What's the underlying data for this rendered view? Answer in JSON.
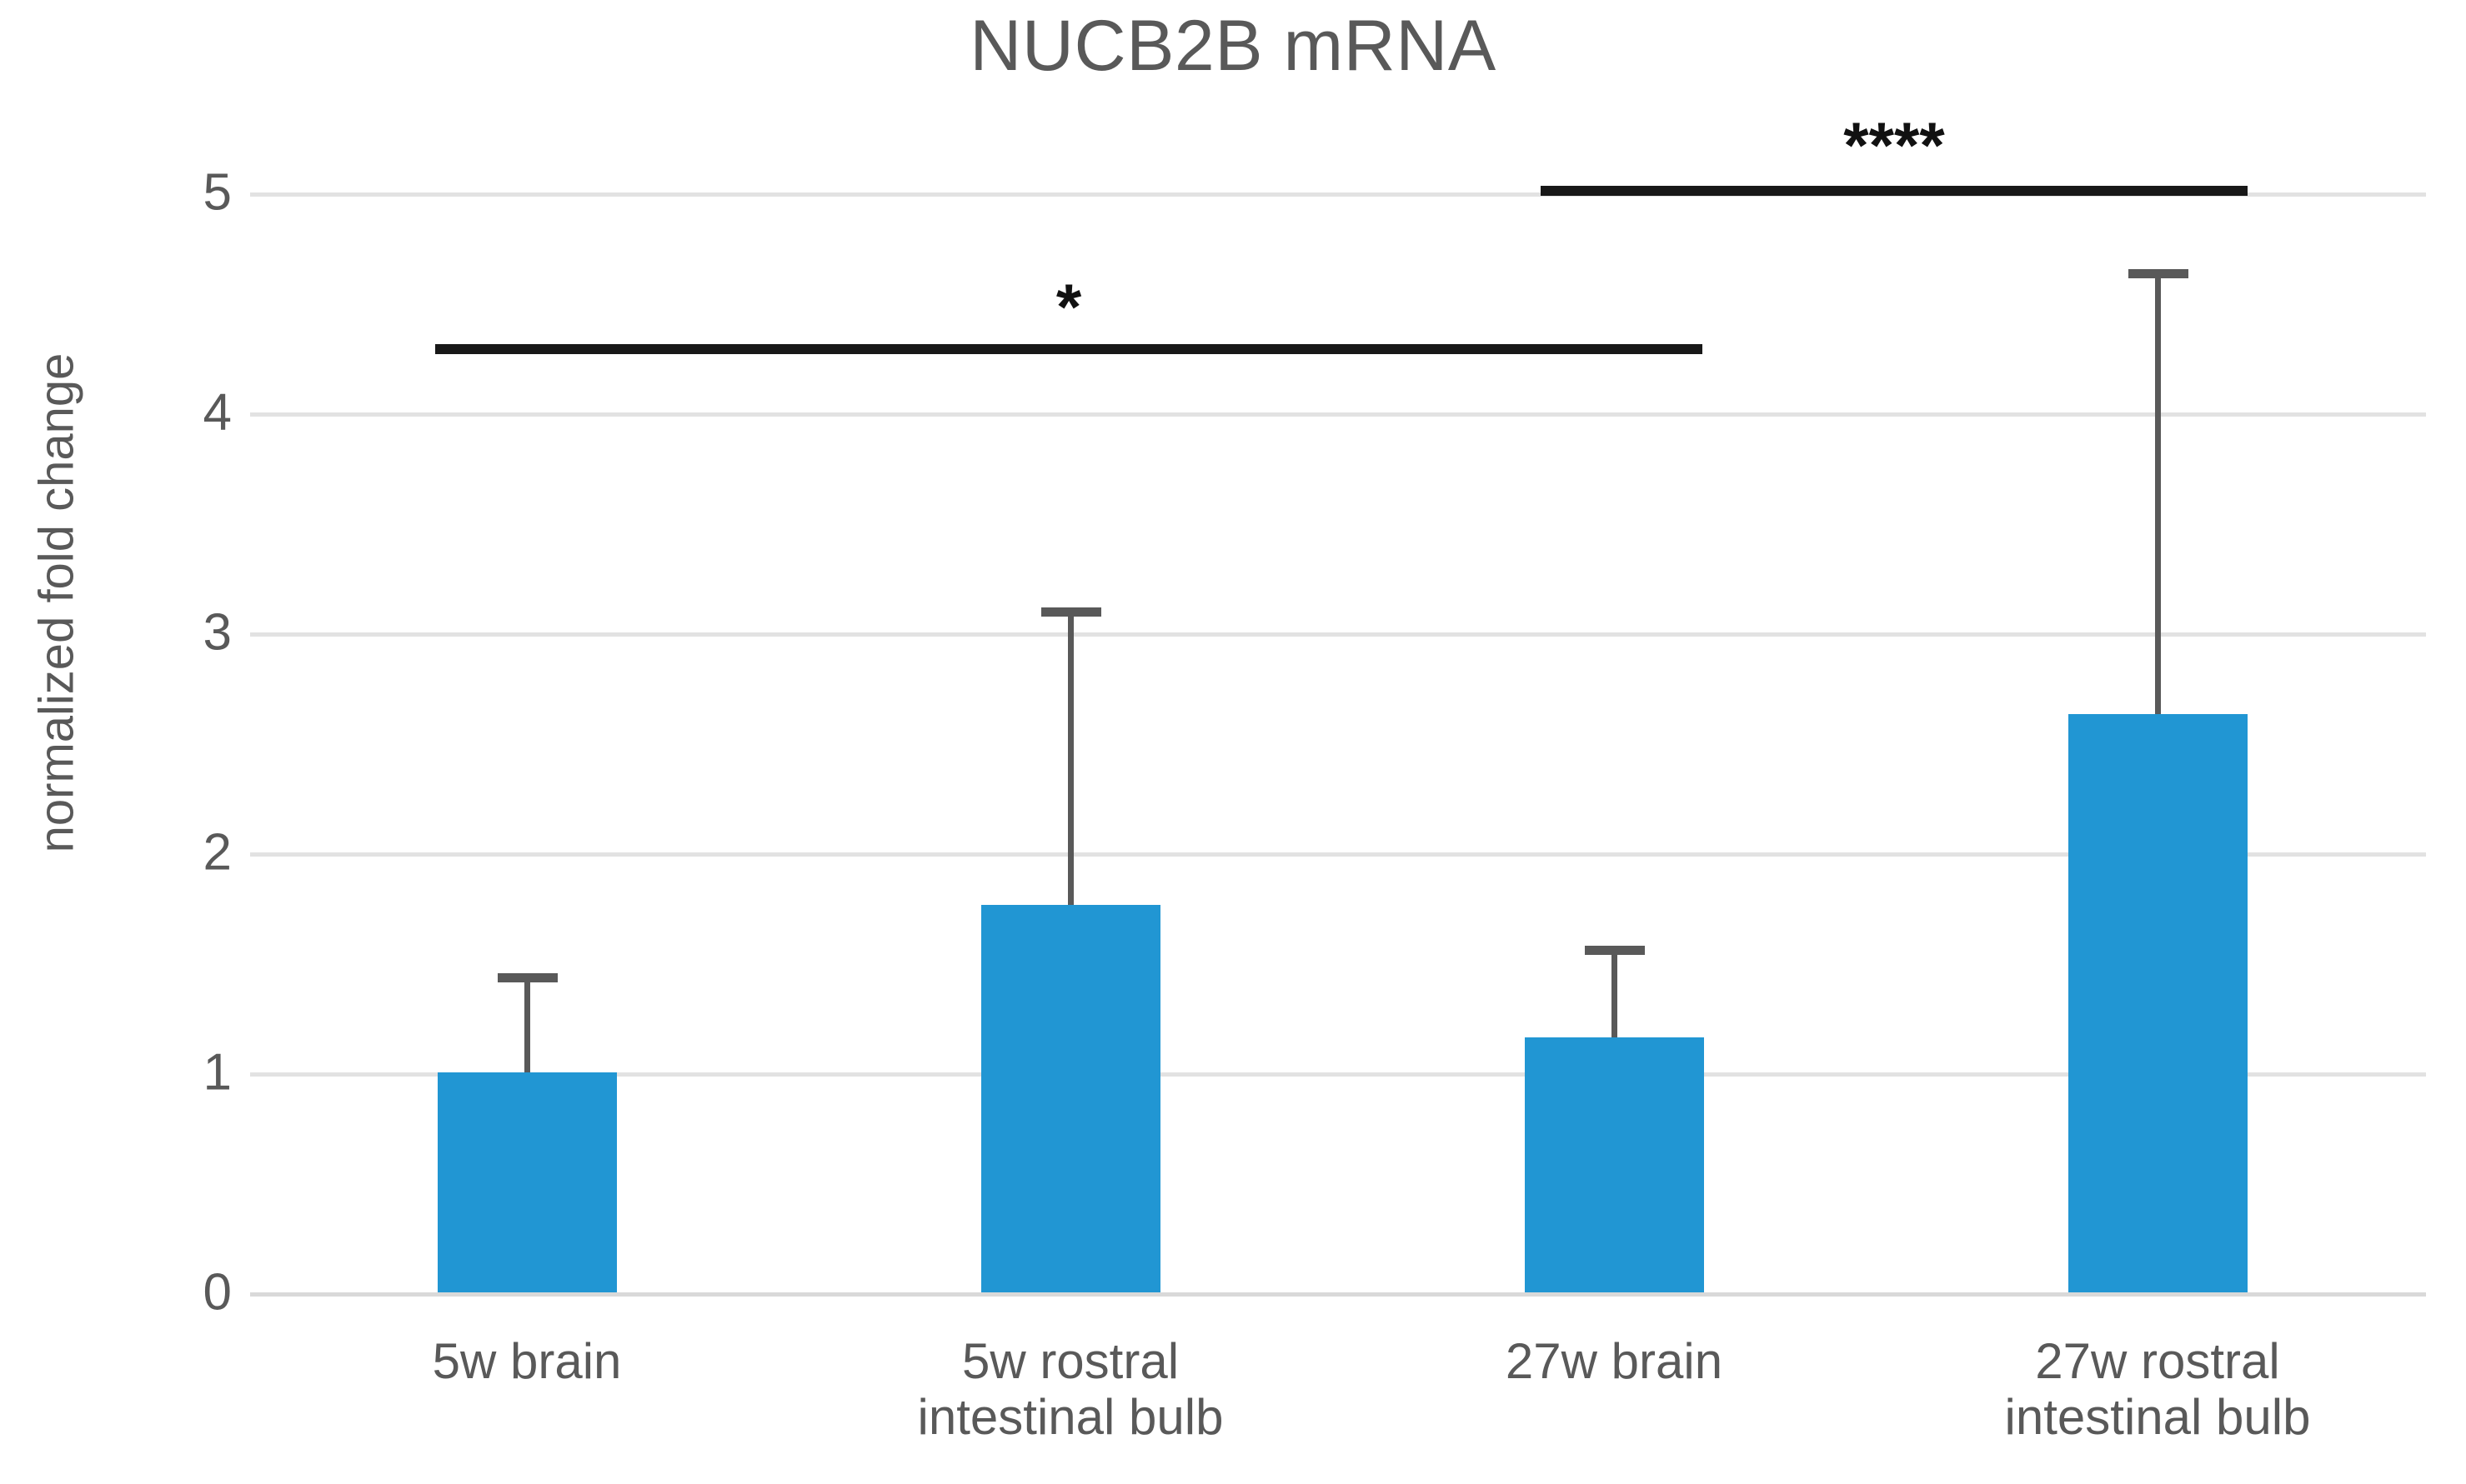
{
  "chart_data": {
    "type": "bar",
    "title": "NUCB2B mRNA",
    "xlabel": "",
    "ylabel": "normalized fold change",
    "ylim": [
      0,
      5
    ],
    "yticks": [
      "0",
      "1",
      "2",
      "3",
      "4",
      "5"
    ],
    "grid": true,
    "legend": "none",
    "bar_color": "#2196D3",
    "error_color": "#595959",
    "categories": [
      "5w brain",
      "5w rostral\nintestinal bulb",
      "27w brain",
      "27w rostral\nintestinal bulb"
    ],
    "categories_flat": [
      "5w brain",
      "5w rostral intestinal bulb",
      "27w brain",
      "27w rostral intestinal bulb"
    ],
    "values": [
      1.0,
      1.76,
      1.16,
      2.63
    ],
    "error_upper": [
      1.41,
      3.07,
      1.53,
      4.61
    ],
    "errorbar_style": "upper-only-T-cap",
    "annotations": [
      {
        "label": "*",
        "from": "5w brain",
        "to": "27w brain",
        "y": 4.31,
        "stars": 1
      },
      {
        "label": "****",
        "from": "27w brain",
        "to": "27w rostral intestinal bulb",
        "y": 4.98,
        "stars": 4
      }
    ]
  },
  "title": {
    "text": "NUCB2B mRNA"
  },
  "axes": {
    "y_title": "normalized fold change",
    "y_ticks": [
      "5",
      "4",
      "3",
      "2",
      "1",
      "0"
    ],
    "x_labels": [
      "5w brain",
      "5w rostral\nintestinal bulb",
      "27w brain",
      "27w rostral\nintestinal bulb"
    ]
  },
  "significance": {
    "lower_stars": "*",
    "upper_stars": "****"
  }
}
